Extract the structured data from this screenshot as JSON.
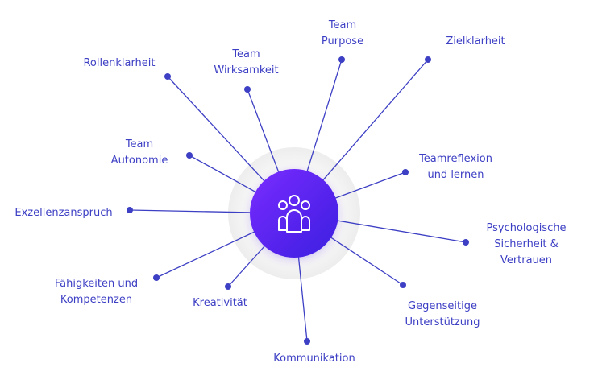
{
  "colors": {
    "accent": "#3d3fc4",
    "line": "#3d3fc4",
    "dot": "#3d3fc4",
    "hub_gradient_start": "#7a2cff",
    "hub_gradient_end": "#3b1ee0",
    "halo": "#f2f2f2",
    "icon_stroke": "#ffffff"
  },
  "hub": {
    "icon": "team-people-icon"
  },
  "spokes": [
    {
      "id": "team-purpose",
      "label": "Team\nPurpose"
    },
    {
      "id": "zielklarheit",
      "label": "Zielklarheit"
    },
    {
      "id": "team-wirksamkeit",
      "label": "Team\nWirksamkeit"
    },
    {
      "id": "rollenklarheit",
      "label": "Rollenklarheit"
    },
    {
      "id": "team-autonomie",
      "label": "Team\nAutonomie"
    },
    {
      "id": "teamreflexion",
      "label": "Teamreflexion\nund lernen"
    },
    {
      "id": "exzellenzanspruch",
      "label": "Exzellenzanspruch"
    },
    {
      "id": "psychologische-sicherheit",
      "label": "Psychologische\nSicherheit &\nVertrauen"
    },
    {
      "id": "faehigkeiten",
      "label": "Fähigkeiten und\nKompetenzen"
    },
    {
      "id": "kreativitaet",
      "label": "Kreativität"
    },
    {
      "id": "gegenseitige-unterstuetzung",
      "label": "Gegenseitige\nUnterstützung"
    },
    {
      "id": "kommunikation",
      "label": "Kommunikation"
    }
  ]
}
